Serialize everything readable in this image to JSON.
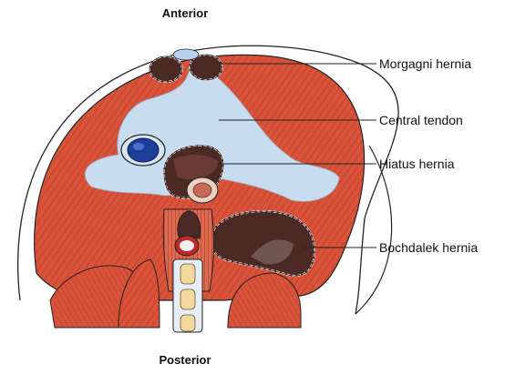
{
  "orientation": {
    "top": "Anterior",
    "bottom": "Posterior"
  },
  "labels": {
    "morgagni": "Morgagni hernia",
    "central_tendon": "Central tendon",
    "hiatus": "Hiatus hernia",
    "bochdalek": "Bochdalek hernia"
  },
  "colors": {
    "muscle": "#d9533a",
    "muscle_light": "#ef8a6c",
    "tendon": "#c8dcef",
    "hernia": "#4b2a26",
    "vena_cava": "#1d3f9a",
    "aorta": "#c0282a",
    "spine": "#f3d9a0"
  }
}
